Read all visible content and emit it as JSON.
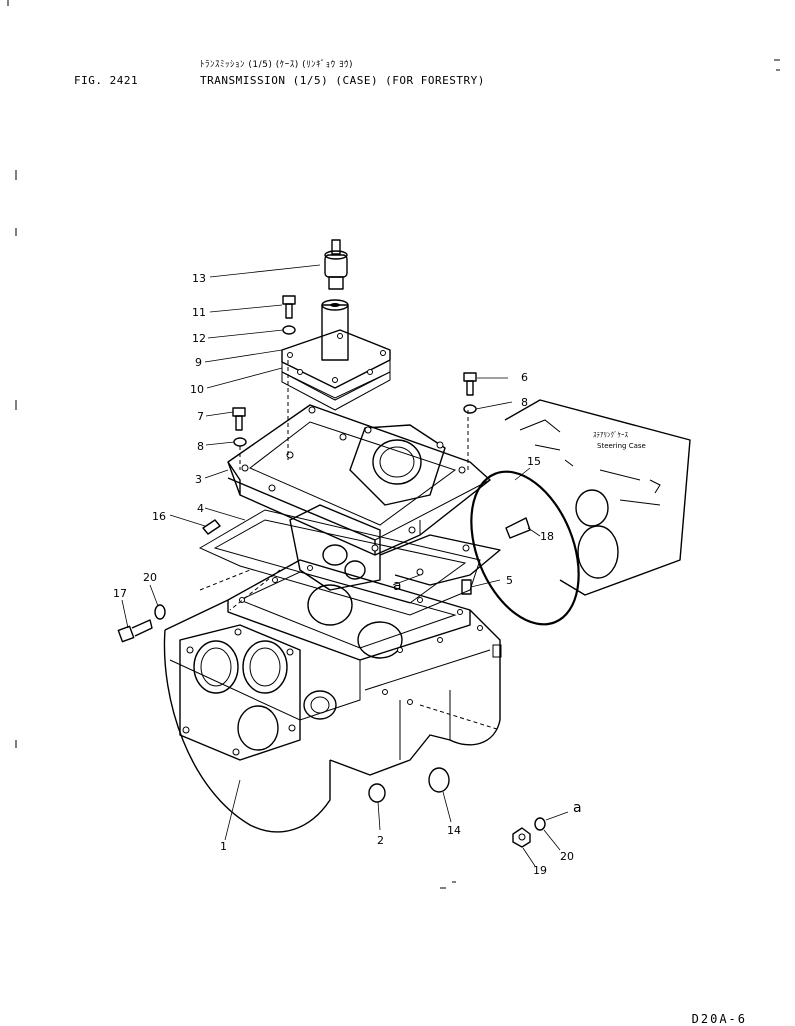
{
  "header": {
    "figure_label": "FIG. 2421",
    "title_jp": "ﾄﾗﾝｽﾐｯｼｮﾝ (1/5) (ｹｰｽ) (ﾘﾝｷﾞｮｳ ﾖｳ)",
    "title_en": "TRANSMISSION (1/5) (CASE) (FOR FORESTRY)"
  },
  "steering_case": {
    "label_jp": "ｽﾃｱﾘﾝｸﾞｹｰｽ",
    "label_en": "Steering Case"
  },
  "callouts": {
    "c13": "13",
    "c11": "11",
    "c12": "12",
    "c9": "9",
    "c10": "10",
    "c7": "7",
    "c8a": "8",
    "c3": "3",
    "c16": "16",
    "c4": "4",
    "c20a": "20",
    "c17": "17",
    "c6": "6",
    "c8b": "8",
    "c15": "15",
    "c18": "18",
    "c5": "5",
    "ca1": "a",
    "c1": "1",
    "c2": "2",
    "c14": "14",
    "ca2": "a",
    "c20b": "20",
    "c19": "19"
  },
  "footer": {
    "page_code": "D20A-6"
  }
}
